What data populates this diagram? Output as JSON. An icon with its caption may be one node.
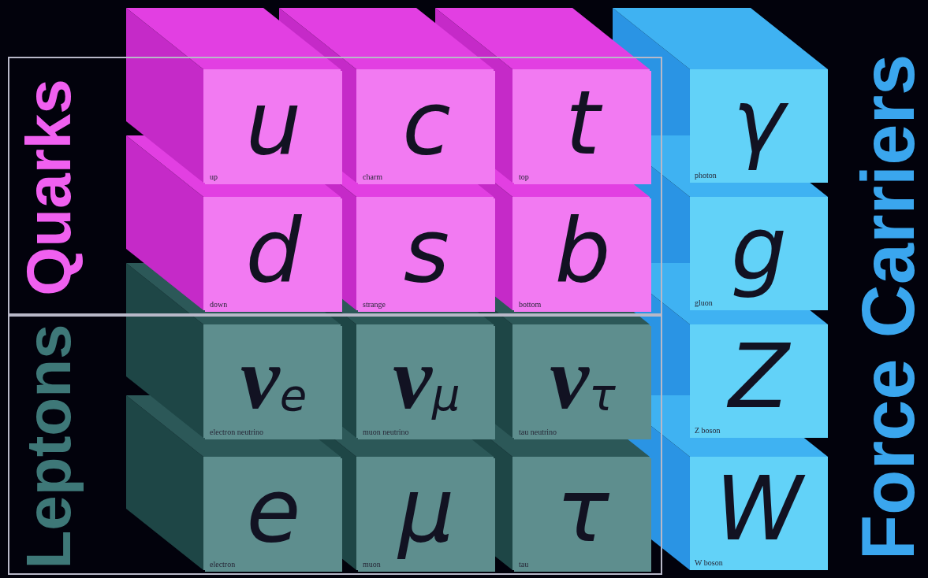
{
  "diagram": {
    "nodes": [
      {
        "text": [
          "Quarks"
        ]
      },
      {
        "text": [
          "u",
          "up"
        ],
        "in": 0
      },
      {
        "text": [
          "c",
          "charm"
        ],
        "in": 0
      },
      {
        "text": [
          "t",
          "top"
        ],
        "in": 0
      },
      {
        "text": [
          "d",
          "down"
        ],
        "in": 0
      },
      {
        "text": [
          "s",
          "strange"
        ],
        "in": 0
      },
      {
        "text": [
          "b",
          "bottom"
        ],
        "in": 0
      },
      {
        "text": [
          "Leptons"
        ]
      },
      {
        "text": [
          "ν$_{e}$",
          "electron neutrino"
        ],
        "in": 7
      },
      {
        "text": [
          "ν$_{μ}$",
          "muon neutrino"
        ],
        "in": 7
      },
      {
        "text": [
          "ν$_{τ}$",
          "tau neutrino"
        ],
        "in": 7
      },
      {
        "text": [
          "e",
          "electron"
        ],
        "in": 7
      },
      {
        "text": [
          "μ",
          "muon"
        ],
        "in": 7
      },
      {
        "text": [
          "τ",
          "tau"
        ],
        "in": 7
      },
      {
        "text": [
          "γ",
          "photon"
        ]
      },
      {
        "text": [
          "g",
          "gluon"
        ]
      },
      {
        "text": [
          "Z",
          "Z boson"
        ]
      },
      {
        "text": [
          "W",
          "W boson"
        ]
      }
    ],
    "labels": [
      "Force Carriers"
    ]
  }
}
